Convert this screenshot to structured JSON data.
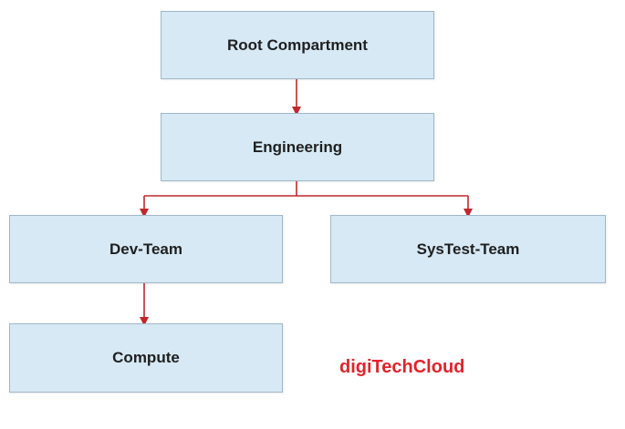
{
  "nodes": {
    "root": "Root Compartment",
    "engineering": "Engineering",
    "dev_team": "Dev-Team",
    "systest_team": "SysTest-Team",
    "compute": "Compute"
  },
  "edges": [
    {
      "from": "root",
      "to": "engineering"
    },
    {
      "from": "engineering",
      "to": "dev_team"
    },
    {
      "from": "engineering",
      "to": "systest_team"
    },
    {
      "from": "dev_team",
      "to": "compute"
    }
  ],
  "watermark": "digiTechCloud",
  "colors": {
    "box_fill": "#d6e9f5",
    "box_border": "#9fb8c9",
    "connector": "#c0282d",
    "watermark": "#e0242b"
  }
}
